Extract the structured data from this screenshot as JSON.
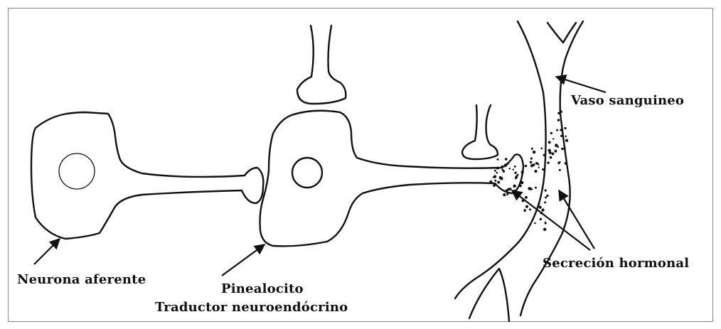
{
  "labels": {
    "neurona_aferente": "Neurona aferente",
    "pinealocito": "Pinealocito",
    "traductor": "Traductor neuroendócrino",
    "vaso": "Vaso sanguineo",
    "secrecion": "Secreción hormonal"
  },
  "colors": {
    "ink": "#111111",
    "border": "#888888",
    "background": "#ffffff"
  }
}
